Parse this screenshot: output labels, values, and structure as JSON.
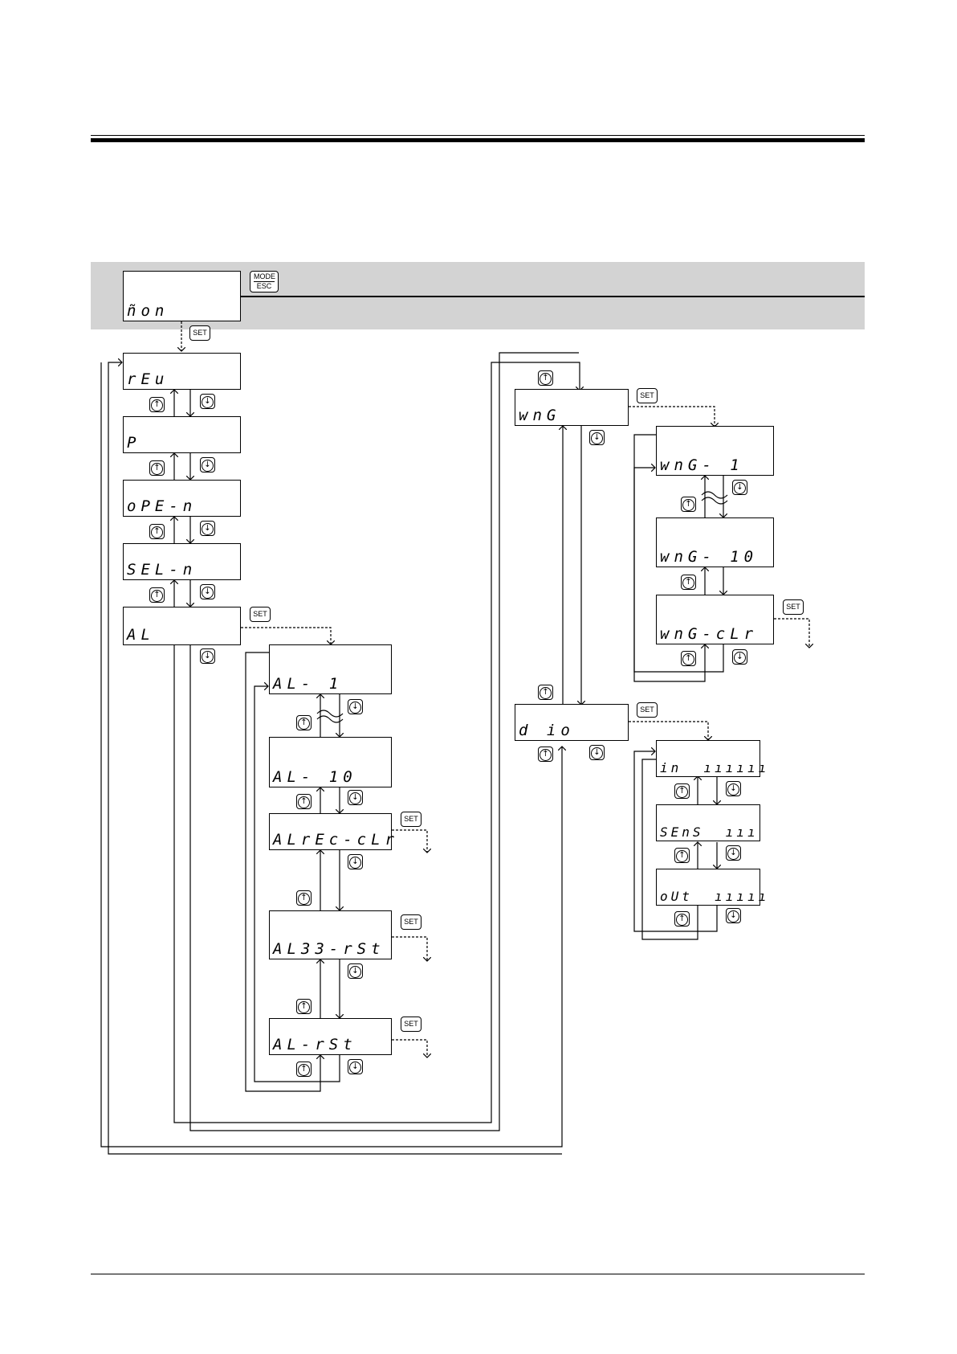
{
  "keys": {
    "mode_top": "MODE",
    "mode_bottom": "ESC",
    "set": "SET",
    "up": "↑",
    "down": "↓"
  },
  "displays": {
    "mon": "ñon",
    "rev": "rEu",
    "p": "P",
    "ope_n": "oPE-n",
    "sel_n": "SEL-n",
    "al": "AL",
    "al_1": "AL- 1",
    "al_10": "AL- 10",
    "alrec_clr": "ALrEc-cLr",
    "al33_rst": "AL33-rSt",
    "al_rst": "AL-rSt",
    "wng": "wnG",
    "wng_1": "wnG- 1",
    "wng_10": "wnG- 10",
    "wng_clr": "wnG-cLr",
    "dio": "d io",
    "in": "in  ıııııı",
    "sens": "SEnS  ııı",
    "out": "oUt  ııııı"
  }
}
